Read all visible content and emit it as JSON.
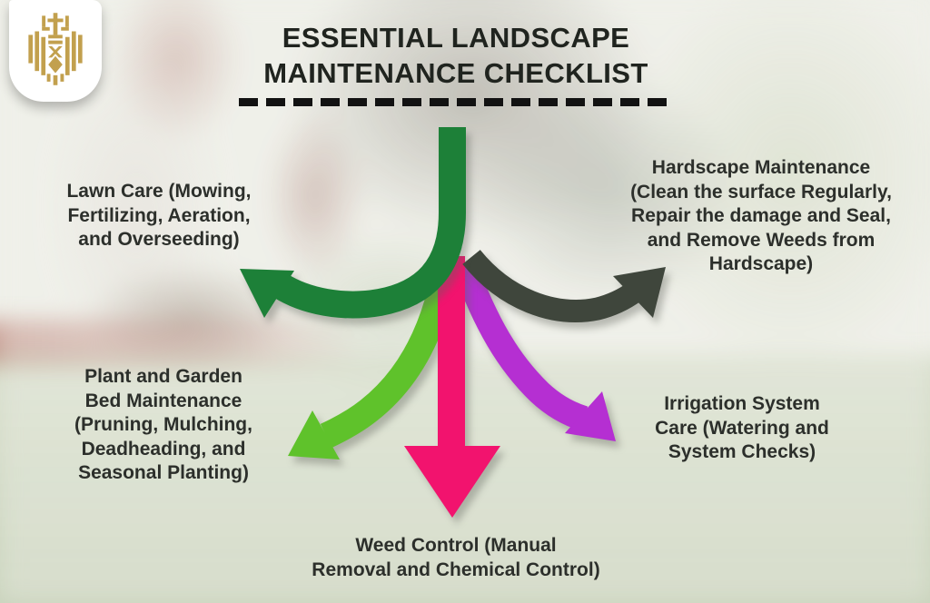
{
  "title": {
    "line1": "ESSENTIAL LANDSCAPE",
    "line2": "MAINTENANCE CHECKLIST"
  },
  "logo": {
    "name": "Gold lion crest emblem"
  },
  "items": [
    {
      "id": "lawn-care",
      "label": "Lawn Care (Mowing,\nFertilizing, Aeration,\nand Overseeding)",
      "arrow_color": "#1d8038"
    },
    {
      "id": "hardscape-maintenance",
      "label": "Hardscape Maintenance\n(Clean the surface Regularly,\nRepair the damage and Seal,\nand Remove Weeds from\nHardscape)",
      "arrow_color": "#3f463c"
    },
    {
      "id": "plant-garden-bed-maintenance",
      "label": "Plant and Garden\nBed Maintenance\n(Pruning, Mulching,\nDeadheading, and\nSeasonal Planting)",
      "arrow_color": "#5fc22b"
    },
    {
      "id": "irrigation-system-care",
      "label": "Irrigation System\nCare (Watering and\nSystem Checks)",
      "arrow_color": "#b52fd2"
    },
    {
      "id": "weed-control",
      "label": "Weed Control (Manual\nRemoval and Chemical Control)",
      "arrow_color": "#f2136e"
    }
  ],
  "colors": {
    "gold": "#c2a04e",
    "title_text": "#20241f",
    "body_text": "#2c2f2b",
    "background": "#eff0e9",
    "underline": "#121212"
  }
}
